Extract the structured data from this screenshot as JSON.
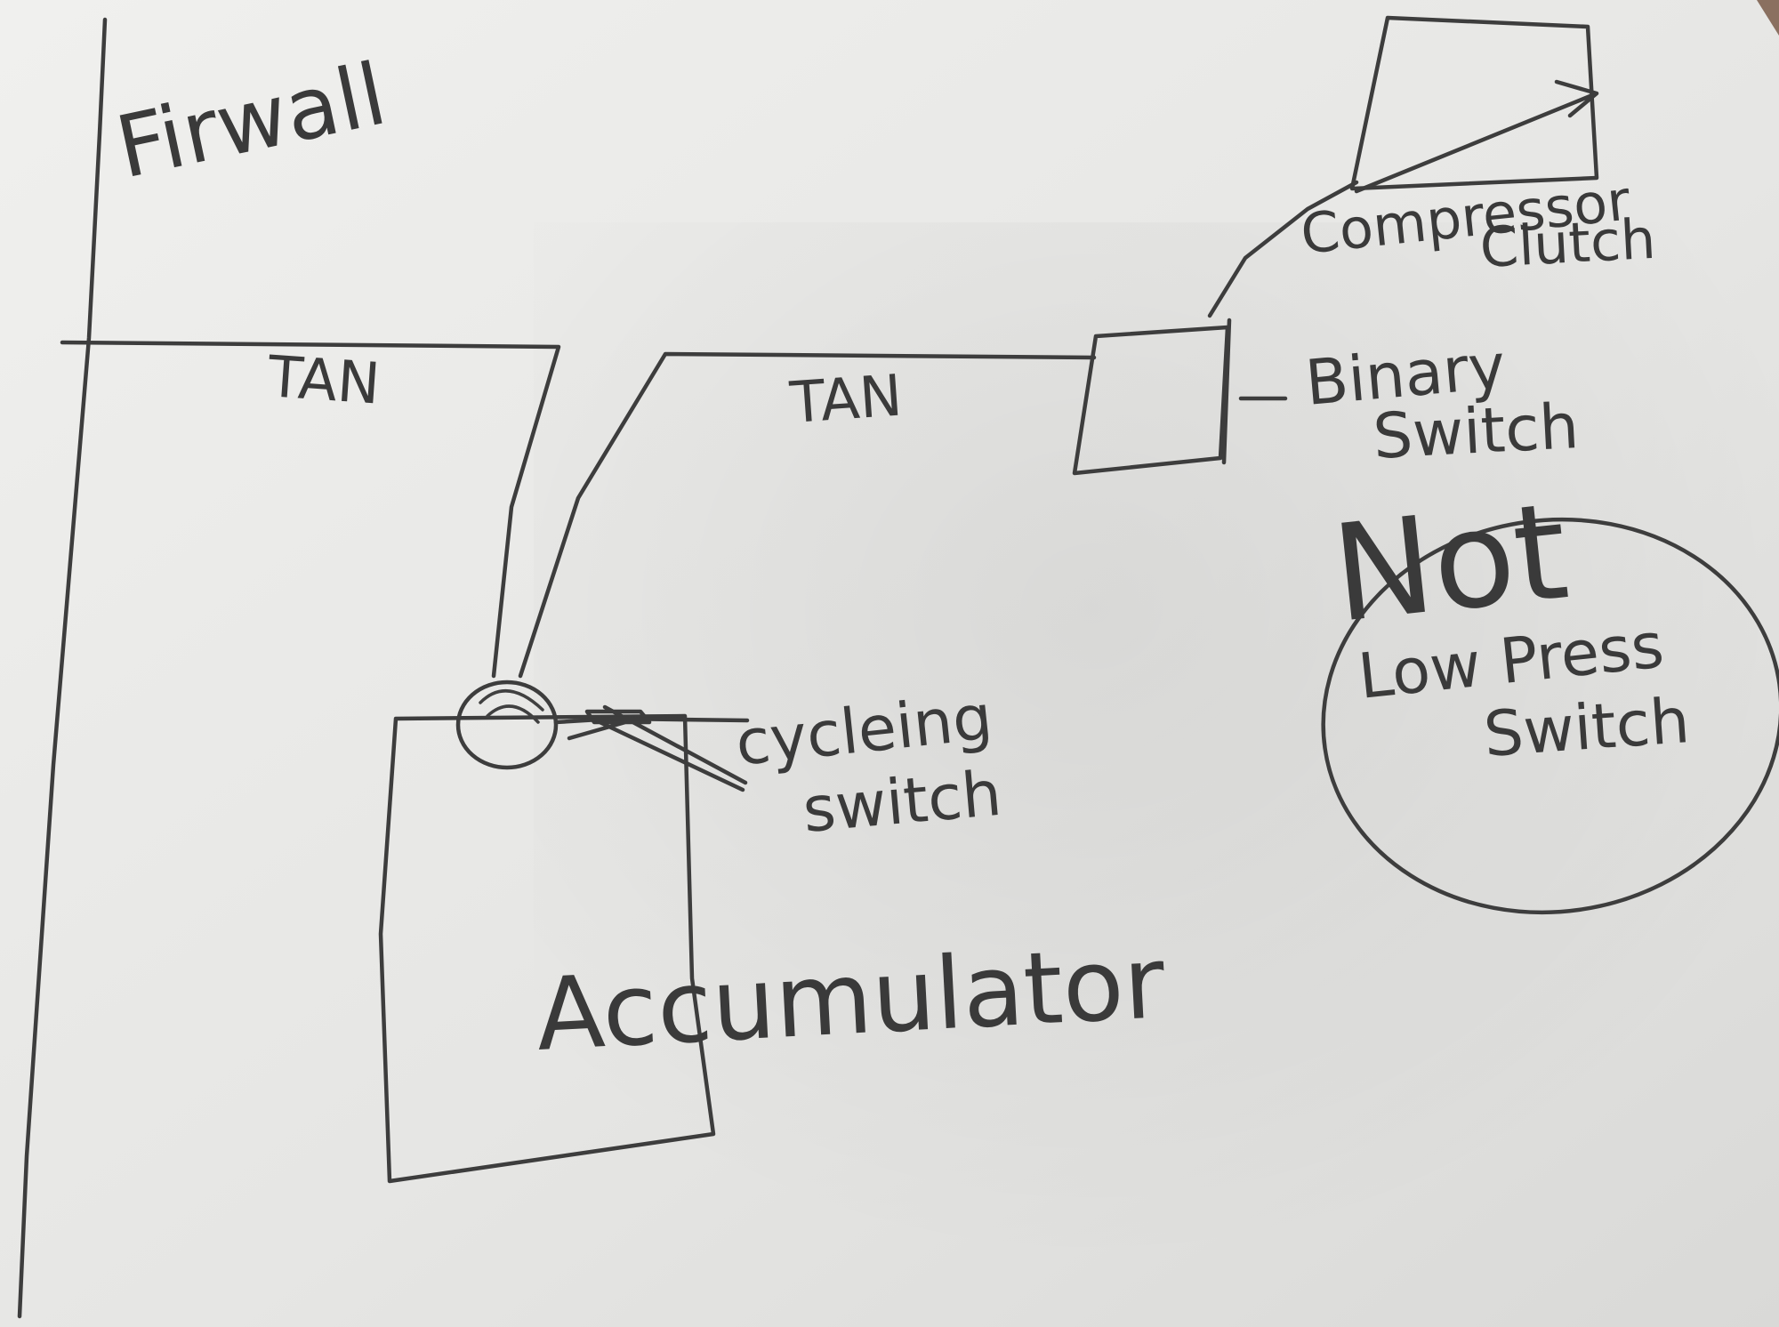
{
  "diagram": {
    "labels": {
      "firewall": "Firwall",
      "tan_left": "TAN",
      "tan_right": "TAN",
      "compressor_clutch_line1": "Compressor",
      "compressor_clutch_line2": "Clutch",
      "binary_switch_line1": "Binary",
      "binary_switch_line2": "Switch",
      "not": "Not",
      "low_press_line1": "Low Press",
      "low_press_line2": "Switch",
      "cycling_switch_line1": "cycleing",
      "cycling_switch_line2": "switch",
      "accumulator": "Accumulator"
    },
    "colors": {
      "paper": "#ededeb",
      "ink": "#3d3d3d",
      "background": "#8a7060"
    }
  }
}
